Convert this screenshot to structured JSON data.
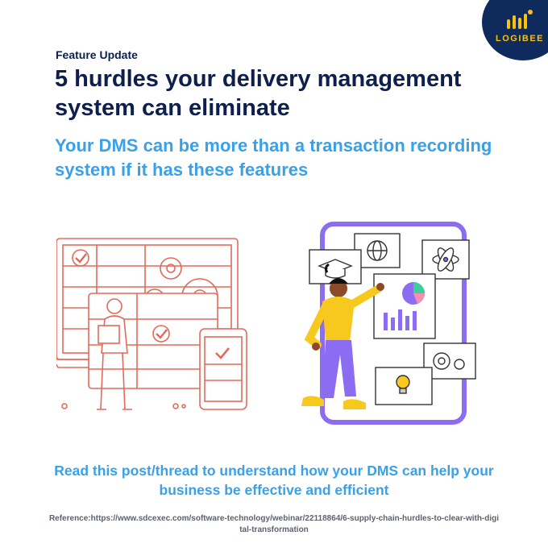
{
  "brand": {
    "name": "LOGIBEE",
    "bg": "#0f2a5c",
    "accent": "#f7c20e"
  },
  "header": {
    "eyebrow": "Feature Update",
    "title": "5 hurdles your delivery management system can eliminate",
    "subtitle": "Your DMS can be more than a transaction recording system if it has these features"
  },
  "illustrations": {
    "left_icons": [
      "laptop-checklist-icon",
      "gear-icon",
      "person-with-clipboard-icon",
      "tablet-checklist-icon"
    ],
    "right_icons": [
      "globe-icon",
      "graduation-cap-icon",
      "atom-icon",
      "pie-chart-icon",
      "bar-chart-icon",
      "gear-icon",
      "lightbulb-icon",
      "person-pointing-icon"
    ]
  },
  "cta": "Read this post/thread to understand how your DMS can help your business be effective and efficient",
  "reference": "Reference:https://www.sdcexec.com/software-technology/webinar/22118864/6-supply-chain-hurdles-to-clear-with-digital-transformation",
  "colors": {
    "navy": "#0d1f4a",
    "blue": "#3aa0e8",
    "coral": "#e26a5a",
    "purple": "#8c6cf0",
    "yellow": "#f7c81e"
  }
}
